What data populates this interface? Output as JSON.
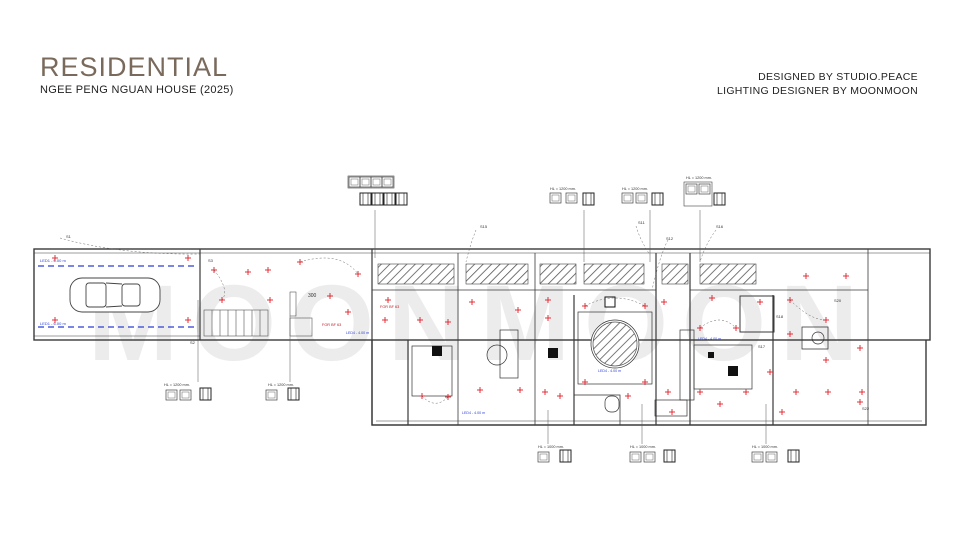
{
  "header": {
    "title": "RESIDENTIAL",
    "subtitle": "NGEE PENG NGUAN HOUSE (2025)",
    "credit_design": "DESIGNED BY STUDIO.PEACE",
    "credit_lighting": "LIGHTING DESIGNER BY MOONMOON"
  },
  "watermark": "MOONMOON",
  "plan_labels": {
    "ffl_a": "FOR BF 63",
    "ffl_b": "FOR BF 63",
    "led_a": "LED4 - 4.00 m",
    "led_b": "LED4 - 4.00 m",
    "led_c": "LED4 - 4.00 m",
    "led_d": "LED4 - 4.00 m",
    "s1": "S1",
    "s2": "S2",
    "s3": "S3",
    "s15": "S15",
    "s11": "S11",
    "s12": "S12",
    "s16": "S16",
    "s17": "S17",
    "s18": "S18",
    "s20": "S20",
    "s22": "S22",
    "dim": "300",
    "hl1": "HL = 1200 mm.",
    "hl2": "HL = 1200 mm.",
    "hl3": "HL = 1200 mm.",
    "hl4": "HL = 1200 mm.",
    "hl5": "HL = 1200 mm.",
    "hl6": "HL = 1000 mm.",
    "hl7": "HL = 1000 mm.",
    "hl8": "HL = 1000 mm."
  },
  "colors": {
    "title": "#7a6a5c",
    "fixture": "#e0303a",
    "dimension": "#2b3fd6",
    "wall": "#3a3a3a",
    "watermark": "#ececec"
  }
}
